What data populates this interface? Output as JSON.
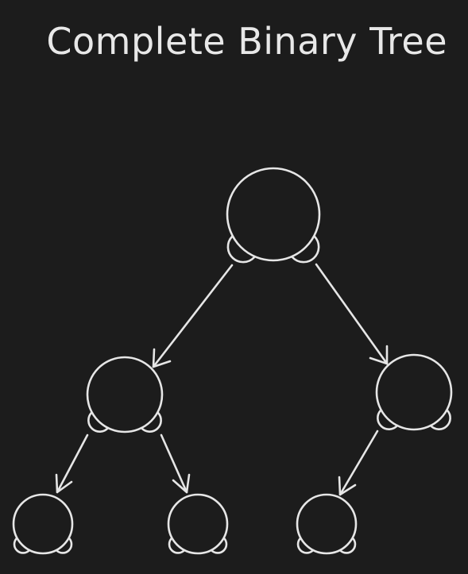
{
  "title": "Complete Binary Tree",
  "colors": {
    "background": "#1c1c1c",
    "stroke": "#e6e6e6"
  },
  "tree": {
    "node_count": 6,
    "levels": 3
  }
}
